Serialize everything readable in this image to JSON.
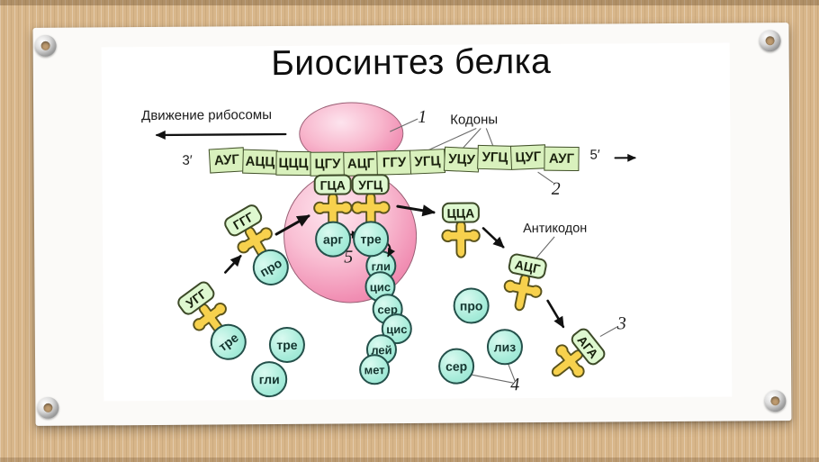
{
  "slide": {
    "title": "Биосинтез белка"
  },
  "labels": {
    "ribosome_movement": "Движение рибосомы",
    "codons": "Кодоны",
    "anticodon": "Антикодон",
    "three_prime_end": "3′",
    "five_prime_end": "5′"
  },
  "callouts": {
    "ribosome": "1",
    "mrna": "2",
    "trna": "3",
    "amino_acids": "4",
    "peptide_site": "5"
  },
  "mrna": {
    "codons": [
      "АУГ",
      "АЦЦ",
      "ЦЦЦ",
      "ЦГУ",
      "АЦГ",
      "ГГУ",
      "УГЦ",
      "УЦУ",
      "УГЦ",
      "ЦУГ",
      "АУГ"
    ]
  },
  "trnas": {
    "p_site": {
      "anticodon": "ГЦА",
      "amino_acid": "арг"
    },
    "a_site": {
      "anticodon": "УГЦ",
      "amino_acid": "тре"
    },
    "incoming_near": {
      "anticodon": "ГГГ",
      "amino_acid": "про"
    },
    "incoming_far": {
      "anticodon": "УГГ",
      "amino_acid": "тре"
    },
    "released_1": {
      "anticodon": "ЦЦА"
    },
    "released_2": {
      "anticodon": "АЦГ"
    },
    "released_3": {
      "anticodon": "АГА"
    }
  },
  "peptide_chain": [
    "гли",
    "цис",
    "сер",
    "цис",
    "лей",
    "мет"
  ],
  "free_amino_acids": [
    "тре",
    "гли",
    "про",
    "лиз",
    "сер"
  ],
  "colors": {
    "codon_box": "#d9f1bd",
    "anticodon_box": "#def8d0",
    "trna_yellow": "#f7d14d",
    "amino_teal": "#a8ecda",
    "ribosome_pink": "#ee7fa9",
    "cardboard": "#d8b68a"
  }
}
